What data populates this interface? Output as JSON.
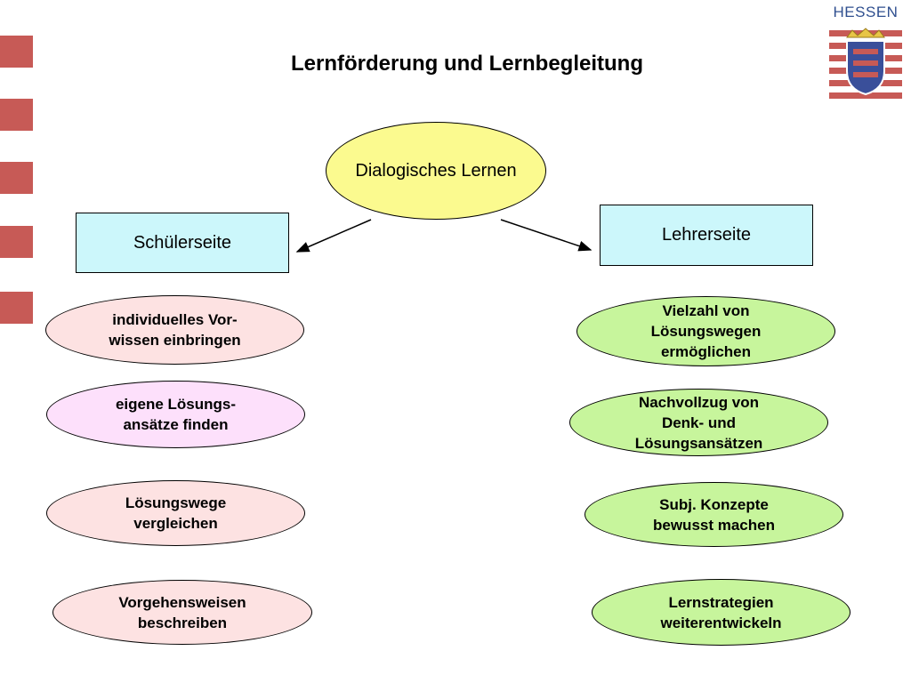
{
  "title": "Lernförderung und Lernbegleitung",
  "logo": {
    "text": "HESSEN"
  },
  "center_node": {
    "label": "Dialogisches Lernen"
  },
  "left_box": {
    "label": "Schülerseite"
  },
  "right_box": {
    "label": "Lehrerseite"
  },
  "left_items": [
    {
      "label": "individuelles Vor-\nwissen einbringen"
    },
    {
      "label": "eigene Lösungs-\nansätze finden"
    },
    {
      "label": "Lösungswege\nvergleichen"
    },
    {
      "label": "Vorgehensweisen\nbeschreiben"
    }
  ],
  "right_items": [
    {
      "label": "Vielzahl von\nLösungswegen\nermöglichen"
    },
    {
      "label": "Nachvollzug von\nDenk- und\nLösungsansätzen"
    },
    {
      "label": "Subj. Konzepte\nbewusst machen"
    },
    {
      "label": "Lernstrategien\nweiterentwickeln"
    }
  ],
  "colors": {
    "accent_squares": "#c75a56",
    "center_fill": "#fbfa8f",
    "box_fill": "#ccf7fb",
    "left_fill": "#fde2e2",
    "left_alt_fill": "#fde0fb",
    "right_fill": "#c7f59c"
  }
}
